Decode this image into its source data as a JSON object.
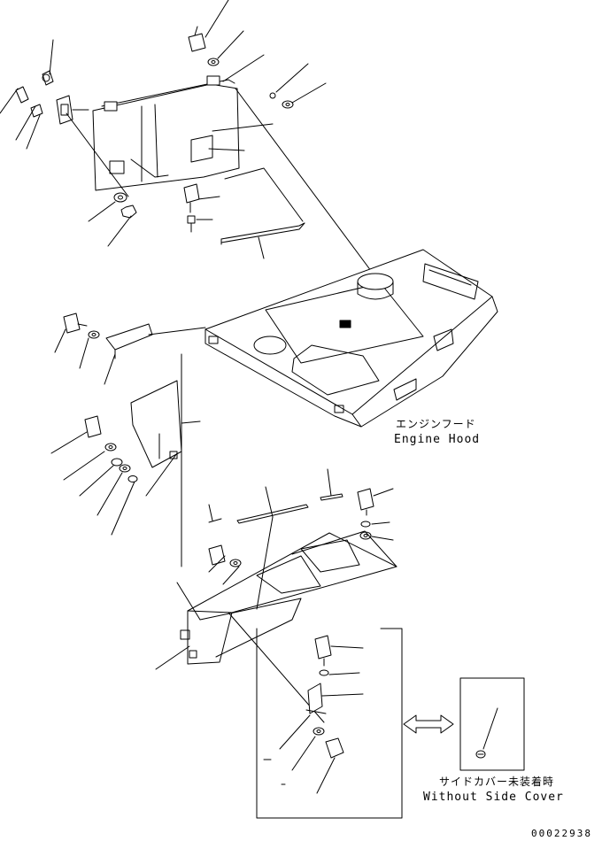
{
  "labels": {
    "engine_hood_jp": "エンジンフード",
    "engine_hood_en": "Engine Hood",
    "without_cover_jp": "サイドカバー未装着時",
    "without_cover_en": "Without Side Cover",
    "drawing_number": "00022938"
  }
}
